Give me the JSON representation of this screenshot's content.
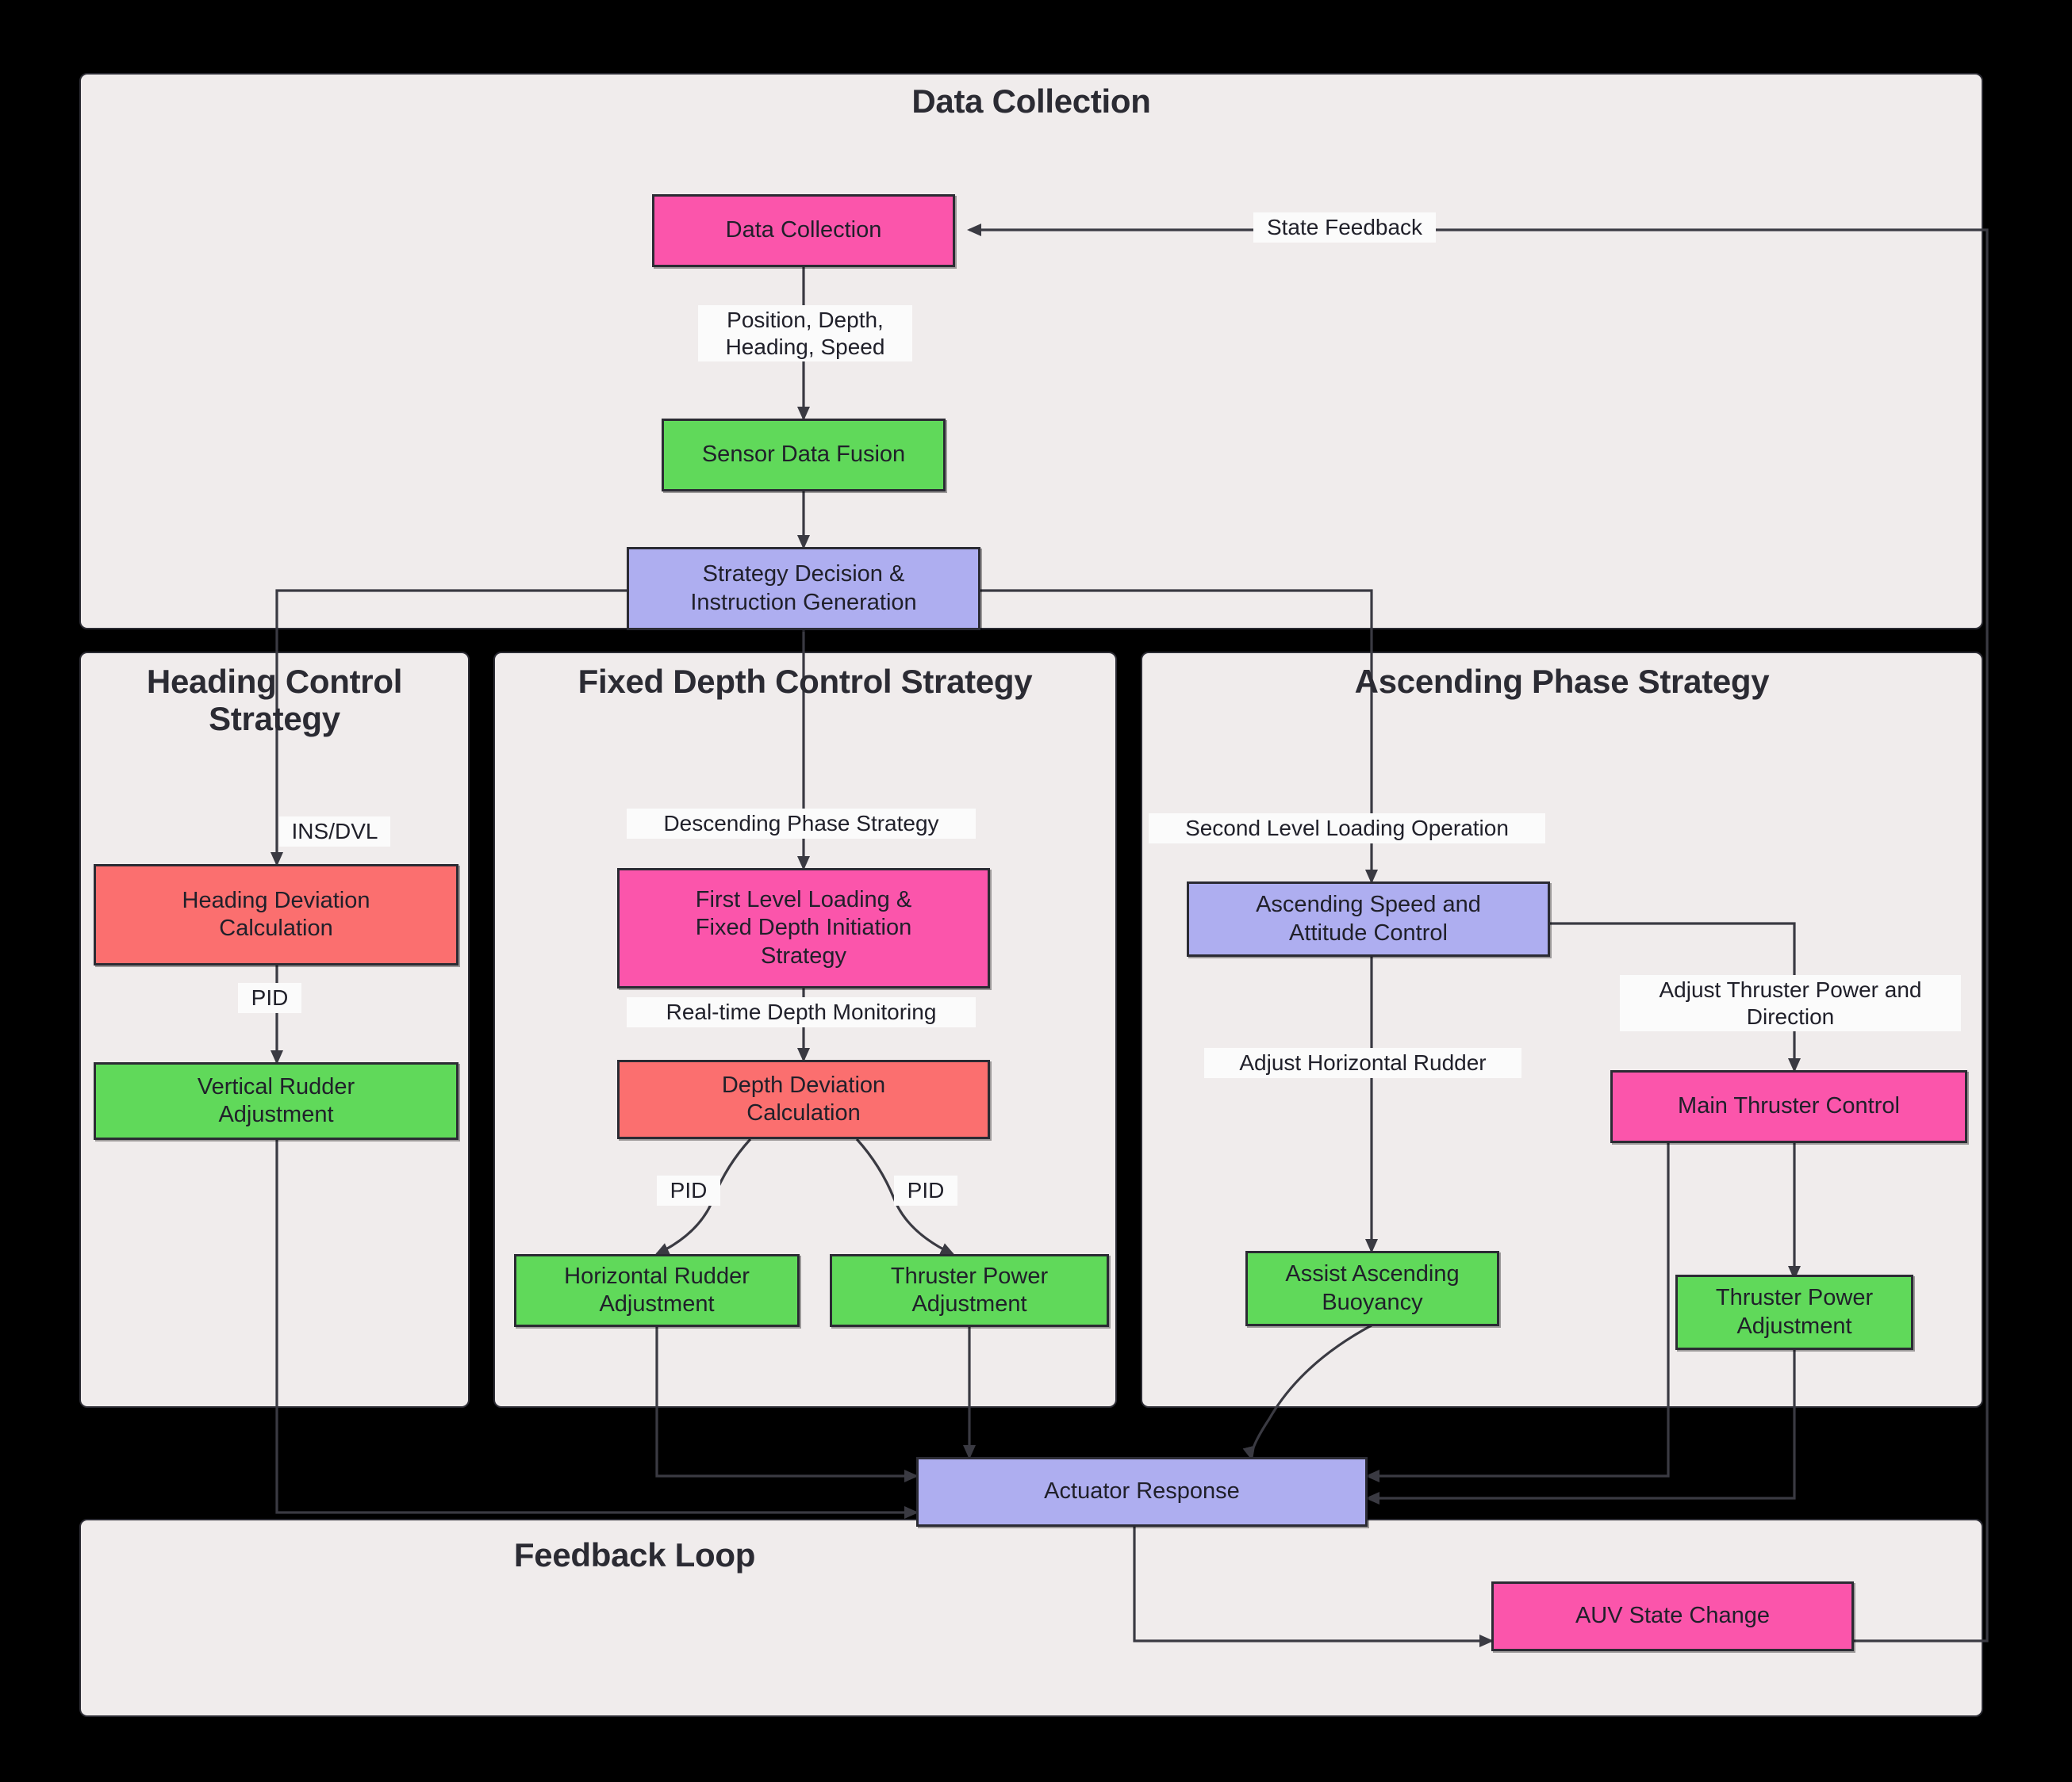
{
  "diagram": {
    "title": "AUV Control Strategy Flowchart",
    "background": "#000000",
    "panel_fill": "#f0ecec",
    "colors": {
      "pink": "#fb55ab",
      "green": "#60d95a",
      "blue": "#aeaef0",
      "red": "#fb6f6f",
      "stroke": "#2b2b33",
      "label_bg": "#fbfbfb"
    }
  },
  "panels": [
    {
      "id": "data-collection",
      "title": "Data Collection"
    },
    {
      "id": "heading-control",
      "title": "Heading Control\nStrategy"
    },
    {
      "id": "fixed-depth",
      "title": "Fixed Depth Control Strategy"
    },
    {
      "id": "ascending-phase",
      "title": "Ascending Phase Strategy"
    },
    {
      "id": "feedback-loop",
      "title": "Feedback Loop"
    }
  ],
  "nodes": {
    "data_collection": {
      "label": "Data Collection",
      "color": "pink"
    },
    "sensor_fusion": {
      "label": "Sensor Data Fusion",
      "color": "green"
    },
    "strategy_decision": {
      "label": "Strategy Decision &\nInstruction Generation",
      "color": "blue"
    },
    "heading_deviation": {
      "label": "Heading Deviation\nCalculation",
      "color": "red"
    },
    "vertical_rudder": {
      "label": "Vertical Rudder\nAdjustment",
      "color": "green"
    },
    "first_level_loading": {
      "label": "First Level Loading &\nFixed Depth Initiation\nStrategy",
      "color": "pink"
    },
    "depth_deviation": {
      "label": "Depth Deviation\nCalculation",
      "color": "red"
    },
    "horizontal_rudder": {
      "label": "Horizontal Rudder\nAdjustment",
      "color": "green"
    },
    "thruster_power_fd": {
      "label": "Thruster Power\nAdjustment",
      "color": "green"
    },
    "ascending_speed": {
      "label": "Ascending Speed and\nAttitude Control",
      "color": "blue"
    },
    "main_thruster": {
      "label": "Main Thruster Control",
      "color": "pink"
    },
    "assist_buoyancy": {
      "label": "Assist Ascending\nBuoyancy",
      "color": "green"
    },
    "thruster_power_ap": {
      "label": "Thruster Power\nAdjustment",
      "color": "green"
    },
    "actuator_response": {
      "label": "Actuator Response",
      "color": "blue"
    },
    "auv_state_change": {
      "label": "AUV State Change",
      "color": "pink"
    }
  },
  "edge_labels": {
    "state_feedback": "State Feedback",
    "position_depth": "Position, Depth,\nHeading, Speed",
    "ins_dvl": "INS/DVL",
    "pid_heading": "PID",
    "descending_phase": "Descending Phase Strategy",
    "realtime_depth": "Real-time Depth Monitoring",
    "pid_rudder": "PID",
    "pid_thruster": "PID",
    "second_level_loading": "Second Level Loading Operation",
    "adjust_horizontal": "Adjust Horizontal Rudder",
    "adjust_thruster": "Adjust Thruster Power and\nDirection"
  }
}
